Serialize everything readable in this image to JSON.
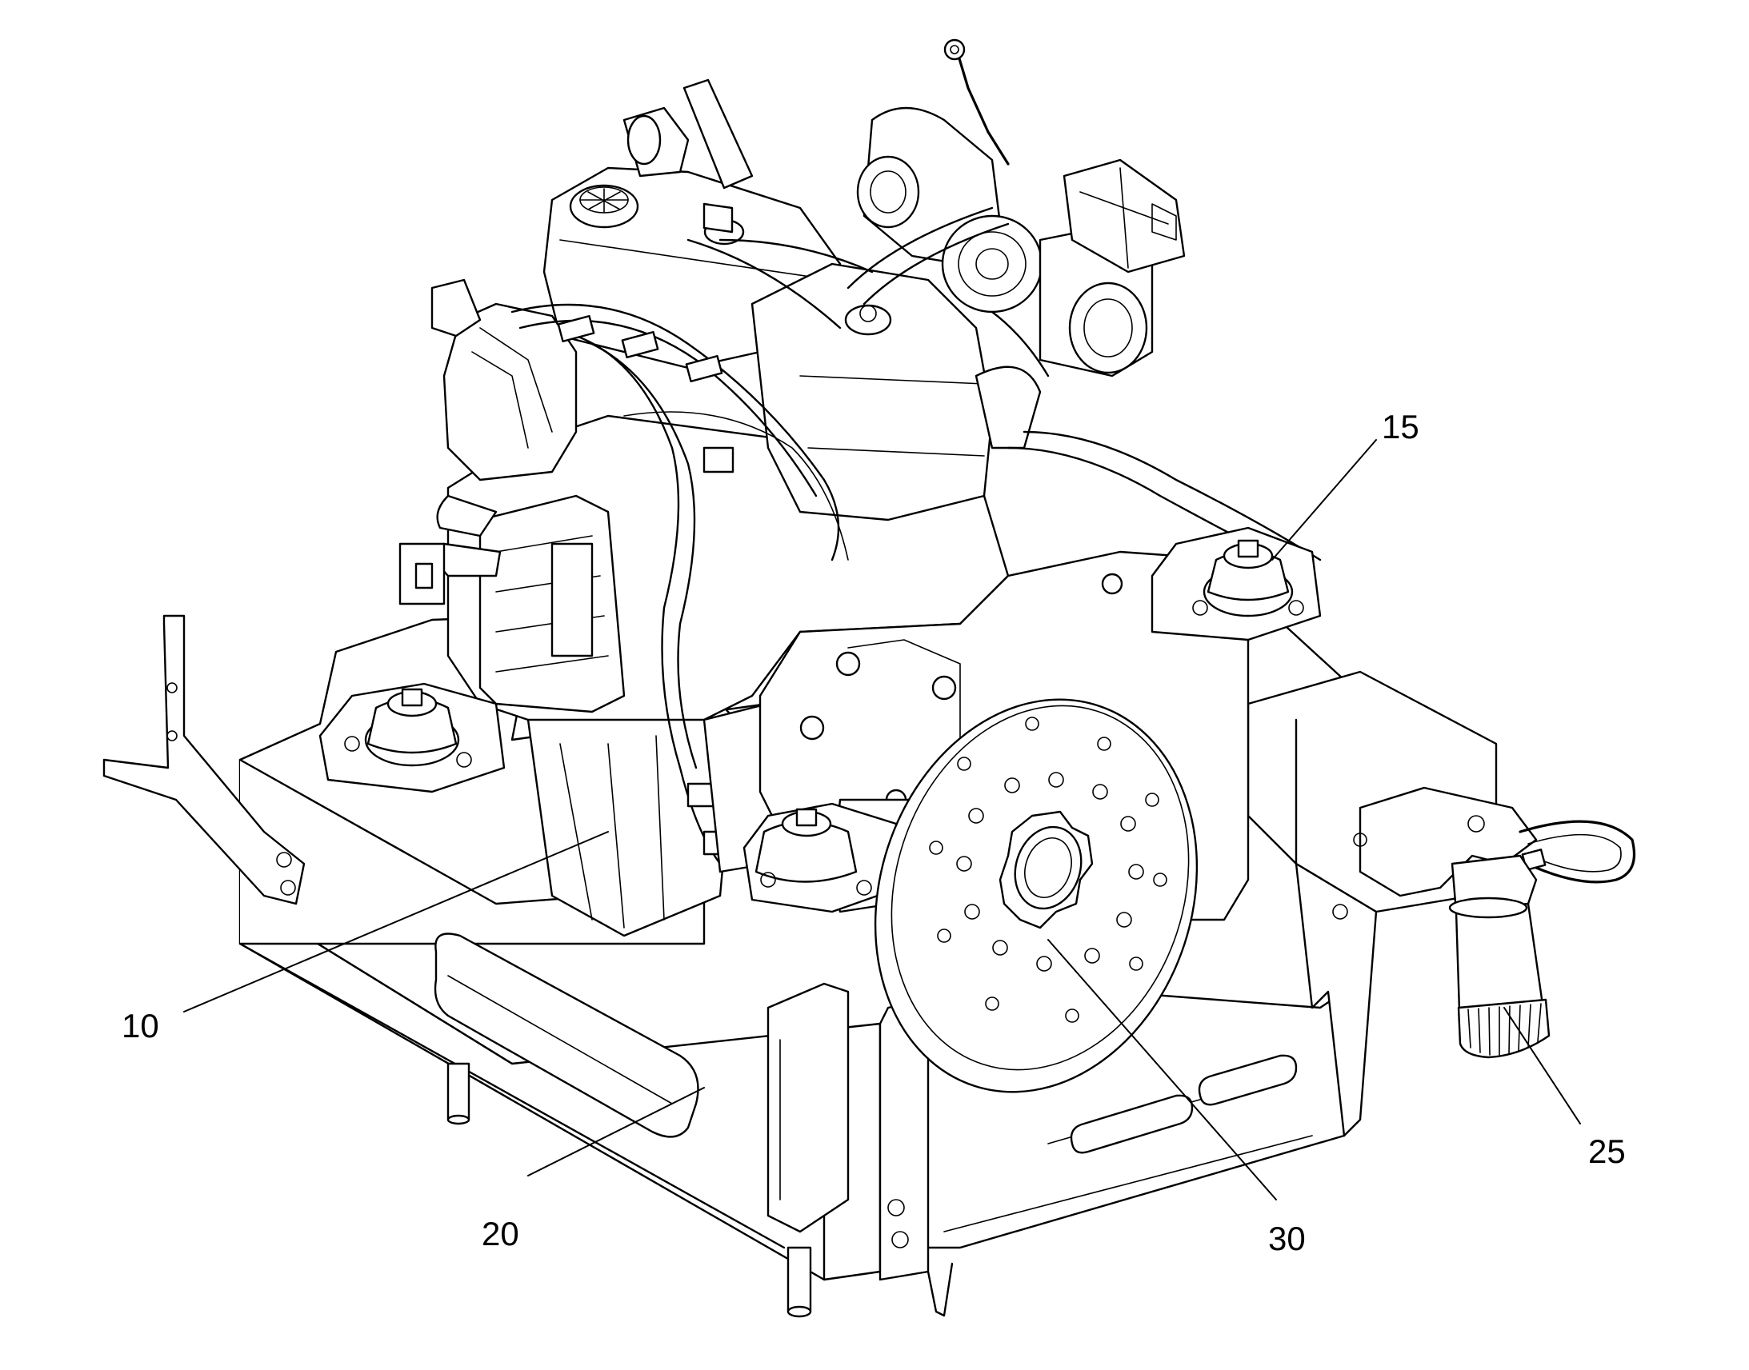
{
  "callouts": [
    {
      "id": "engine",
      "label": "10"
    },
    {
      "id": "engine-mount",
      "label": "15"
    },
    {
      "id": "subframe",
      "label": "20"
    },
    {
      "id": "oil-filter",
      "label": "25"
    },
    {
      "id": "flywheel",
      "label": "30"
    }
  ]
}
